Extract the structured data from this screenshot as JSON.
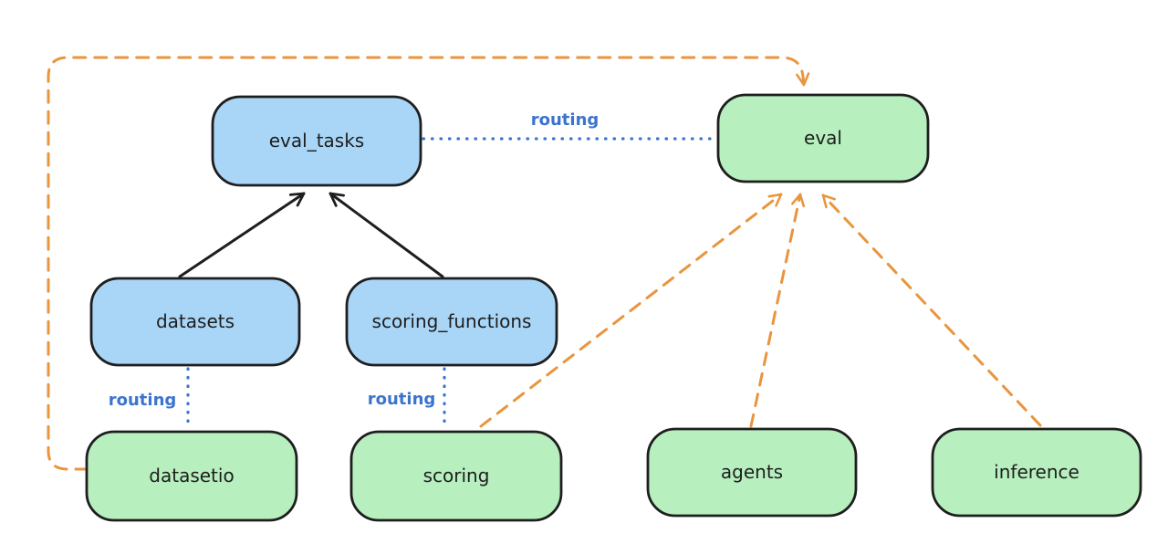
{
  "diagram": {
    "colors": {
      "canvas_background": "#ffffff",
      "node_stroke": "#1e1e1e",
      "blue_node_fill": "#a9d6f7",
      "green_node_fill": "#b7efbf",
      "solid_arrow": "#1e1e1e",
      "dashed_arrow_orange": "#e9953e",
      "routing_blue": "#3b74cf"
    },
    "nodes": [
      {
        "id": "eval_tasks",
        "label": "eval_tasks",
        "fill": "blue"
      },
      {
        "id": "eval",
        "label": "eval",
        "fill": "green"
      },
      {
        "id": "datasets",
        "label": "datasets",
        "fill": "blue"
      },
      {
        "id": "scoring_functions",
        "label": "scoring_functions",
        "fill": "blue"
      },
      {
        "id": "datasetio",
        "label": "datasetio",
        "fill": "green"
      },
      {
        "id": "scoring",
        "label": "scoring",
        "fill": "green"
      },
      {
        "id": "agents",
        "label": "agents",
        "fill": "green"
      },
      {
        "id": "inference",
        "label": "inference",
        "fill": "green"
      }
    ],
    "edges": [
      {
        "from": "datasets",
        "to": "eval_tasks",
        "style": "solid-arrow",
        "label": ""
      },
      {
        "from": "scoring_functions",
        "to": "eval_tasks",
        "style": "solid-arrow",
        "label": ""
      },
      {
        "from": "eval_tasks",
        "to": "eval",
        "style": "dotted",
        "label": "routing"
      },
      {
        "from": "datasets",
        "to": "datasetio",
        "style": "dotted",
        "label": "routing"
      },
      {
        "from": "scoring_functions",
        "to": "scoring",
        "style": "dotted",
        "label": "routing"
      },
      {
        "from": "datasetio",
        "to": "eval",
        "style": "dashed-arrow",
        "label": ""
      },
      {
        "from": "scoring",
        "to": "eval",
        "style": "dashed-arrow",
        "label": ""
      },
      {
        "from": "agents",
        "to": "eval",
        "style": "dashed-arrow",
        "label": ""
      },
      {
        "from": "inference",
        "to": "eval",
        "style": "dashed-arrow",
        "label": ""
      }
    ]
  }
}
